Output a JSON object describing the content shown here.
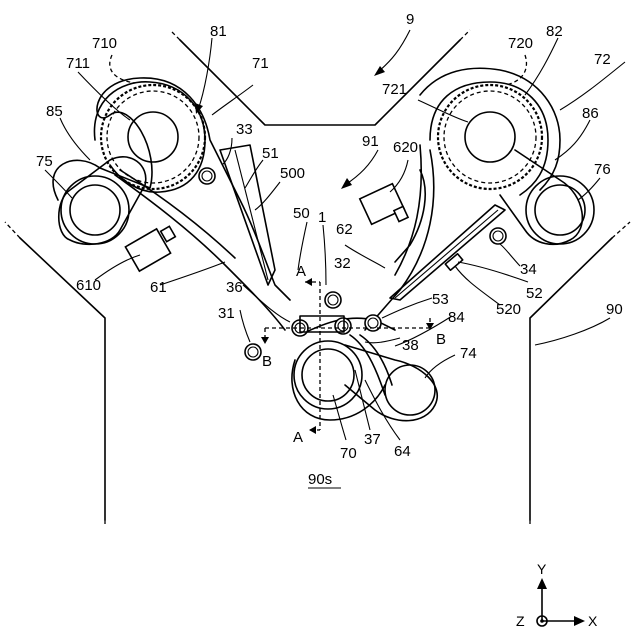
{
  "figure": {
    "caption": "90s",
    "reference_labels": [
      {
        "id": "label-9",
        "text": "9"
      },
      {
        "id": "label-81",
        "text": "81"
      },
      {
        "id": "label-710",
        "text": "710"
      },
      {
        "id": "label-711",
        "text": "711"
      },
      {
        "id": "label-71",
        "text": "71"
      },
      {
        "id": "label-85",
        "text": "85"
      },
      {
        "id": "label-75",
        "text": "75"
      },
      {
        "id": "label-33",
        "text": "33"
      },
      {
        "id": "label-51",
        "text": "51"
      },
      {
        "id": "label-500",
        "text": "500"
      },
      {
        "id": "label-50",
        "text": "50"
      },
      {
        "id": "label-1",
        "text": "1"
      },
      {
        "id": "label-62",
        "text": "62"
      },
      {
        "id": "label-91",
        "text": "91"
      },
      {
        "id": "label-620",
        "text": "620"
      },
      {
        "id": "label-82",
        "text": "82"
      },
      {
        "id": "label-720",
        "text": "720"
      },
      {
        "id": "label-72",
        "text": "72"
      },
      {
        "id": "label-721",
        "text": "721"
      },
      {
        "id": "label-86",
        "text": "86"
      },
      {
        "id": "label-76",
        "text": "76"
      },
      {
        "id": "label-610",
        "text": "610"
      },
      {
        "id": "label-61",
        "text": "61"
      },
      {
        "id": "label-36",
        "text": "36"
      },
      {
        "id": "label-31",
        "text": "31"
      },
      {
        "id": "label-A-top",
        "text": "A"
      },
      {
        "id": "label-32",
        "text": "32"
      },
      {
        "id": "label-B-left",
        "text": "B"
      },
      {
        "id": "label-34",
        "text": "34"
      },
      {
        "id": "label-52",
        "text": "52"
      },
      {
        "id": "label-520",
        "text": "520"
      },
      {
        "id": "label-53",
        "text": "53"
      },
      {
        "id": "label-84",
        "text": "84"
      },
      {
        "id": "label-B-right",
        "text": "B"
      },
      {
        "id": "label-38",
        "text": "38"
      },
      {
        "id": "label-74",
        "text": "74"
      },
      {
        "id": "label-90",
        "text": "90"
      },
      {
        "id": "label-A-bottom",
        "text": "A"
      },
      {
        "id": "label-70",
        "text": "70"
      },
      {
        "id": "label-37",
        "text": "37"
      },
      {
        "id": "label-64",
        "text": "64"
      }
    ],
    "axes": {
      "y": "Y",
      "z": "Z",
      "x": "X"
    }
  }
}
